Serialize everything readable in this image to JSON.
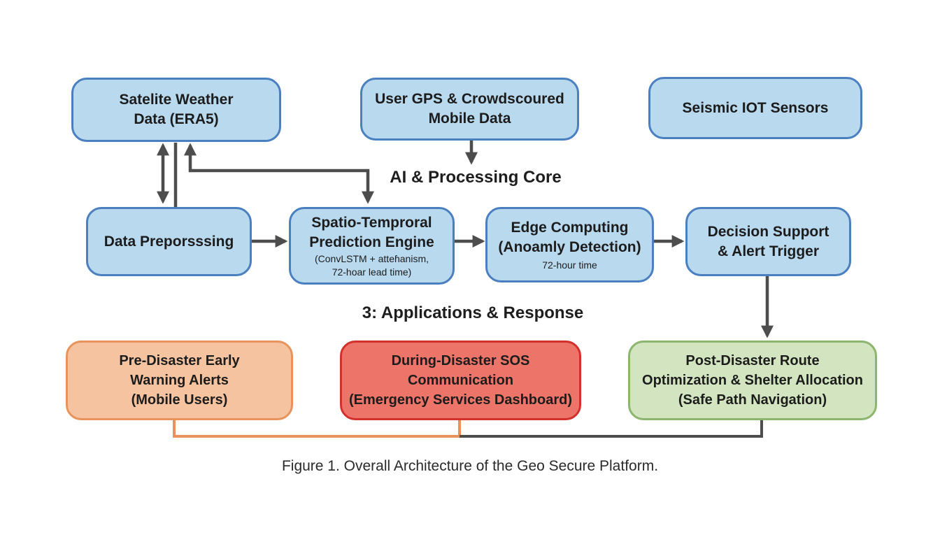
{
  "diagram": {
    "sources": {
      "satellite": {
        "line1": "Satelite Weather",
        "line2": "Data (ERA5)"
      },
      "gps": {
        "line1": "User GPS & Crowdscoured",
        "line2": "Mobile Data"
      },
      "seismic": {
        "line1": "Seismic IOT Sensors"
      }
    },
    "section_core": "AI & Processing Core",
    "processing": {
      "preprocessing": {
        "line1": "Data Preporsssing"
      },
      "prediction": {
        "line1": "Spatio-Temproral",
        "line2": "Prediction Engine",
        "sub1": "(ConvLSTM + atteɦanism,",
        "sub2": "72-hoar lead time)"
      },
      "edge": {
        "line1": "Edge Computing",
        "line2": "(Anoamly Detection)",
        "sub1": "72-hour time"
      },
      "decision": {
        "line1": "Decision Support",
        "line2": "& Alert Trigger"
      }
    },
    "section_apps": "3: Applications & Response",
    "applications": {
      "pre": {
        "line1": "Pre-Disaster Early",
        "line2": "Warning Alerts",
        "line3": "(Mobile Users)"
      },
      "during": {
        "line1": "During-Disaster SOS",
        "line2": "Communication",
        "line3": "(Emergency Services Dashboard)"
      },
      "post": {
        "line1": "Post-Disaster Route",
        "line2": "Optimization & Shelter Allocation",
        "line3": "(Safe Path Navigation)"
      }
    },
    "colors": {
      "blue_fill": "#b9d9ee",
      "blue_border": "#4a7fc0",
      "orange_fill": "#f5c39f",
      "orange_border": "#e8935c",
      "red_fill": "#ec7468",
      "red_border": "#d3302c",
      "green_fill": "#d3e5c0",
      "green_border": "#8cb56e",
      "arrow": "#4d4d4d"
    }
  },
  "caption": "Figure 1. Overall Architecture of the Geo Secure Platform."
}
